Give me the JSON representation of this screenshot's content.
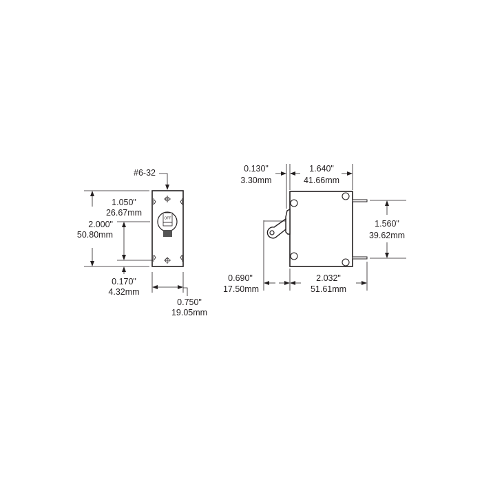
{
  "front_view": {
    "screw_callout": "#6-32",
    "toggle_label": "OFF",
    "dim_height": {
      "inch": "2.000\"",
      "mm": "50.80mm"
    },
    "dim_screw_spacing": {
      "inch": "1.050\"",
      "mm": "26.67mm"
    },
    "dim_screw_offset": {
      "inch": "0.170\"",
      "mm": "4.32mm"
    },
    "dim_width": {
      "inch": "0.750\"",
      "mm": "19.05mm"
    }
  },
  "side_view": {
    "dim_faceplate": {
      "inch": "0.130\"",
      "mm": "3.30mm"
    },
    "dim_body_depth": {
      "inch": "1.640\"",
      "mm": "41.66mm"
    },
    "dim_terminal_spacing": {
      "inch": "1.560\"",
      "mm": "39.62mm"
    },
    "dim_toggle_projection": {
      "inch": "0.690\"",
      "mm": "17.50mm"
    },
    "dim_overall_depth": {
      "inch": "2.032\"",
      "mm": "51.61mm"
    }
  },
  "colors": {
    "line": "#231f20",
    "background": "#ffffff"
  }
}
